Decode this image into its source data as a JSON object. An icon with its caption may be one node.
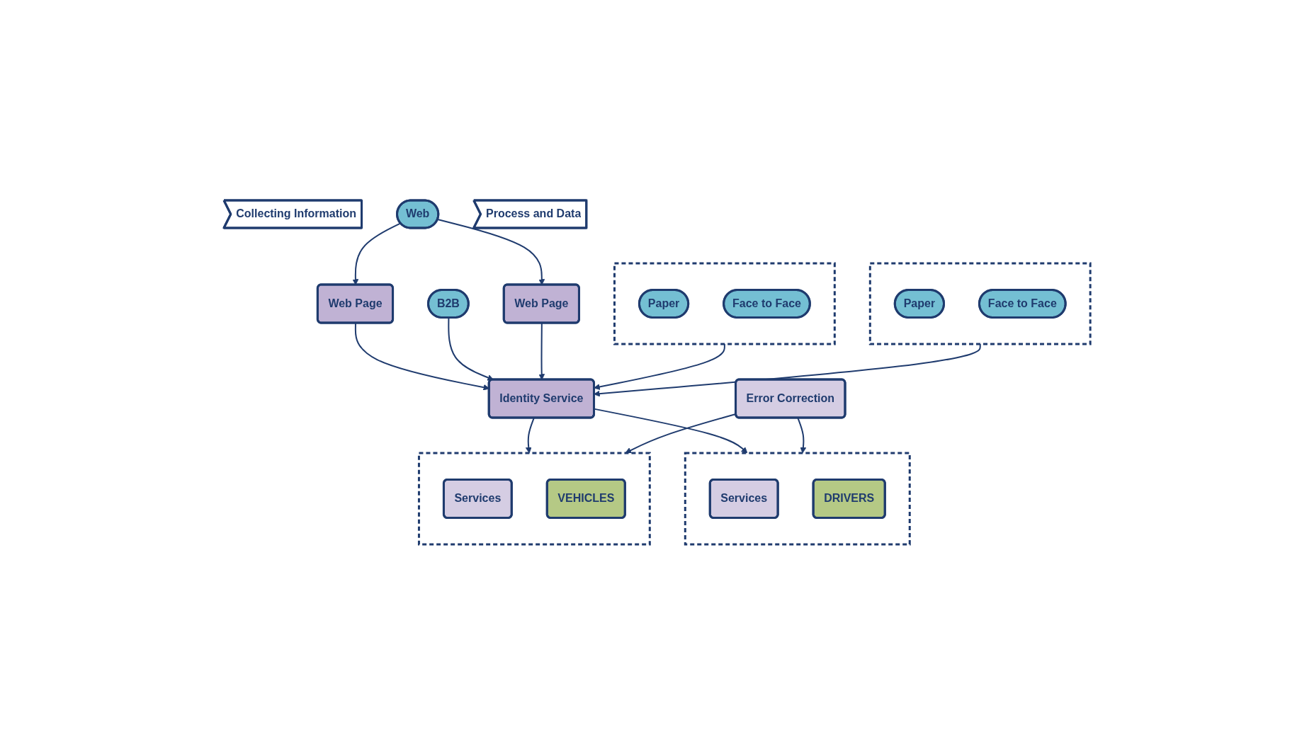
{
  "diagram": {
    "nodes": [
      {
        "text": [
          "Collecting Information"
        ]
      },
      {
        "text": [],
        "shape": "box"
      },
      {
        "text": [
          "Paper"
        ],
        "in": 1
      },
      {
        "text": [
          "Face to Face"
        ],
        "in": 1
      },
      {
        "text": [
          "Web"
        ]
      },
      {
        "text": [],
        "shape": "box"
      },
      {
        "text": [
          "Paper"
        ],
        "in": 5
      },
      {
        "text": [
          "Face to Face"
        ],
        "in": 5
      },
      {
        "text": [
          "B2B"
        ]
      },
      {
        "text": [
          "Web Page"
        ]
      },
      {
        "text": [
          "Web Page"
        ]
      },
      {
        "text": [
          "Identity Service"
        ]
      },
      {
        "text": [
          "Process and Data"
        ]
      },
      {
        "text": [],
        "shape": "box"
      },
      {
        "text": [
          "Services"
        ],
        "in": 13
      },
      {
        "text": [
          "VEHICLES"
        ],
        "in": 13
      },
      {
        "text": [],
        "shape": "box"
      },
      {
        "text": [
          "Services"
        ],
        "in": 16
      },
      {
        "text": [
          "DRIVERS"
        ],
        "in": 16
      },
      {
        "text": [
          "Error Correction"
        ]
      }
    ],
    "edges": [
      {
        "from": 4,
        "to": 9,
        "arrow": "to"
      },
      {
        "from": 4,
        "to": 10,
        "arrow": "to"
      },
      {
        "from": 1,
        "to": 11,
        "arrow": "to"
      },
      {
        "from": 9,
        "to": 11,
        "arrow": "to"
      },
      {
        "from": 8,
        "to": 11,
        "arrow": "to"
      },
      {
        "from": 10,
        "to": 11,
        "arrow": "to"
      },
      {
        "from": 5,
        "to": 11,
        "arrow": "to"
      },
      {
        "from": 11,
        "to": 13,
        "arrow": "to"
      },
      {
        "from": 11,
        "to": 16,
        "arrow": "to"
      },
      {
        "from": 19,
        "to": 13,
        "arrow": "to"
      },
      {
        "from": 19,
        "to": 16,
        "arrow": "to"
      }
    ]
  }
}
